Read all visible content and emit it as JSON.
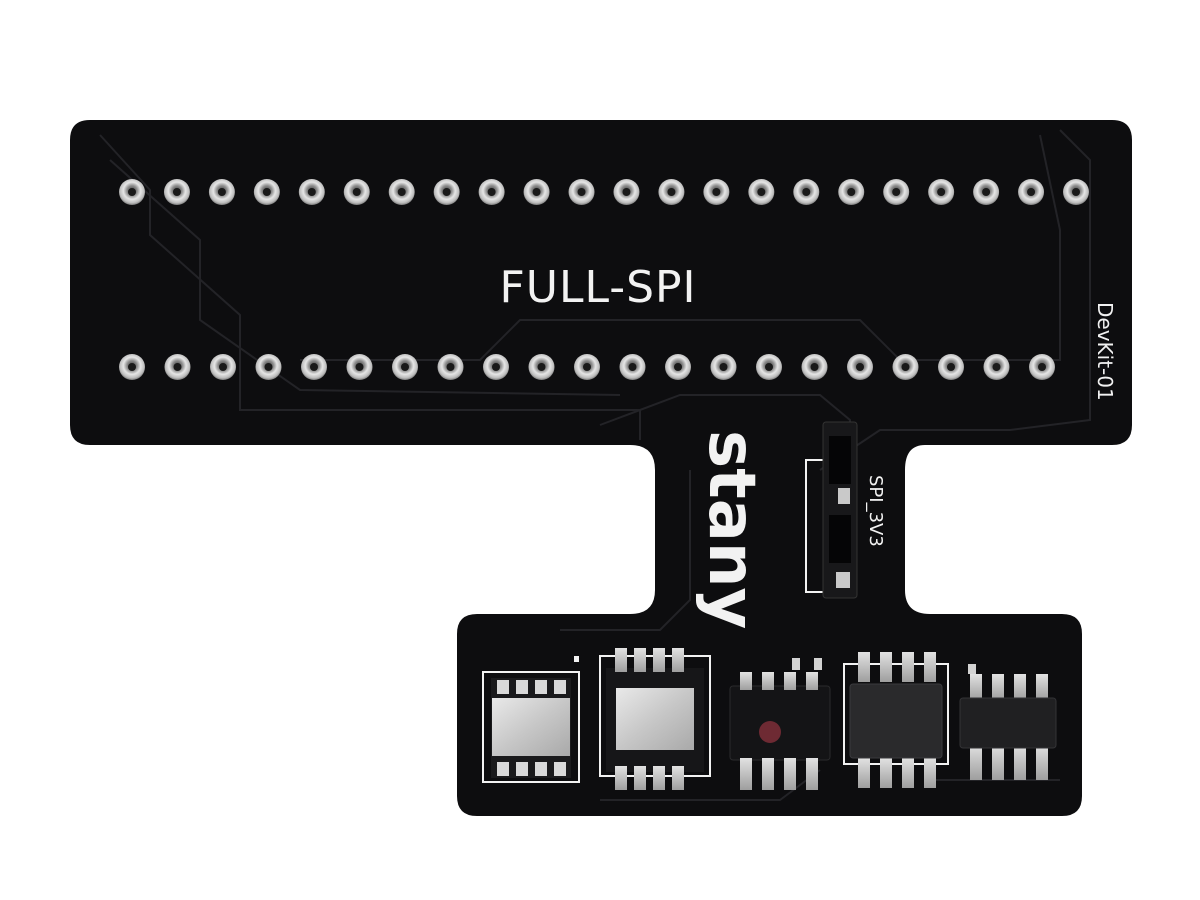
{
  "board": {
    "title": "FULL-SPI",
    "side_label": "DevKit-01",
    "brand": "stany",
    "jumper_label": "SPI_3V3"
  },
  "colors": {
    "pcb": "#0d0d0f",
    "silkscreen": "#f2f2f2",
    "pad": "#cfcfcf",
    "chip_dark": "#2a2a2c",
    "led": "#6e2a33"
  },
  "header": {
    "top_row_pins": 22,
    "bottom_row_pins": 21
  },
  "footprints": [
    {
      "name": "wson8-left",
      "package": "WSON-8"
    },
    {
      "name": "wson8-center",
      "package": "WSON-8"
    },
    {
      "name": "sop8-led",
      "package": "SOP-8"
    },
    {
      "name": "sop8-wide",
      "package": "SOP-8"
    },
    {
      "name": "sop8-right",
      "package": "SOP-8"
    }
  ]
}
